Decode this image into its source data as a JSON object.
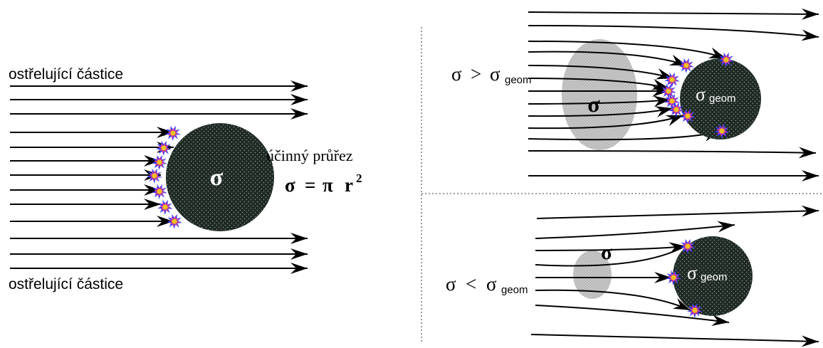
{
  "left_panel": {
    "label_top": "ostřelující částice",
    "label_bottom": "ostřelující částice",
    "target_symbol": "σ",
    "cross_section_label": "účinný průřez",
    "formula": {
      "lhs": "σ",
      "equals": "=",
      "pi": "π",
      "r": "r",
      "exponent": "2"
    }
  },
  "right_top_panel": {
    "condition": {
      "sigma": "σ",
      "op": ">",
      "sigma2": "σ",
      "sub": "geom"
    },
    "effective_symbol": "σ",
    "target_label": {
      "sigma": "σ",
      "sub": "geom"
    }
  },
  "right_bottom_panel": {
    "condition": {
      "sigma": "σ",
      "op": "<",
      "sigma2": "σ",
      "sub": "geom"
    },
    "effective_symbol": "σ",
    "target_label": {
      "sigma": "σ",
      "sub": "geom"
    }
  },
  "colors": {
    "target_fill": "#1f2a24",
    "target_dots": "#8f9a92",
    "effective_fill": "#c7c7c7",
    "arrow": "#000000",
    "divider": "#9a9a9a",
    "burst_outer": "#3a3aff",
    "burst_mid": "#d93a8a",
    "burst_core": "#f0c020"
  }
}
